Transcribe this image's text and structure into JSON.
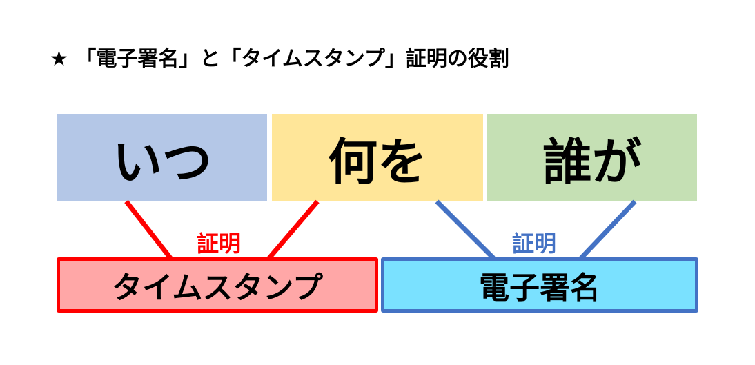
{
  "title": "★ 「電子署名」と「タイムスタンプ」証明の役割",
  "top_boxes": [
    {
      "label": "いつ",
      "color": "#b4c7e7"
    },
    {
      "label": "何を",
      "color": "#ffe699"
    },
    {
      "label": "誰が",
      "color": "#c5e0b4"
    }
  ],
  "bottom_boxes": [
    {
      "label": "タイムスタンプ",
      "fill": "#ffa7a7",
      "border": "#ff0000"
    },
    {
      "label": "電子署名",
      "fill": "#7ae1ff",
      "border": "#4472c4"
    }
  ],
  "connector_labels": [
    "証明",
    "証明"
  ]
}
